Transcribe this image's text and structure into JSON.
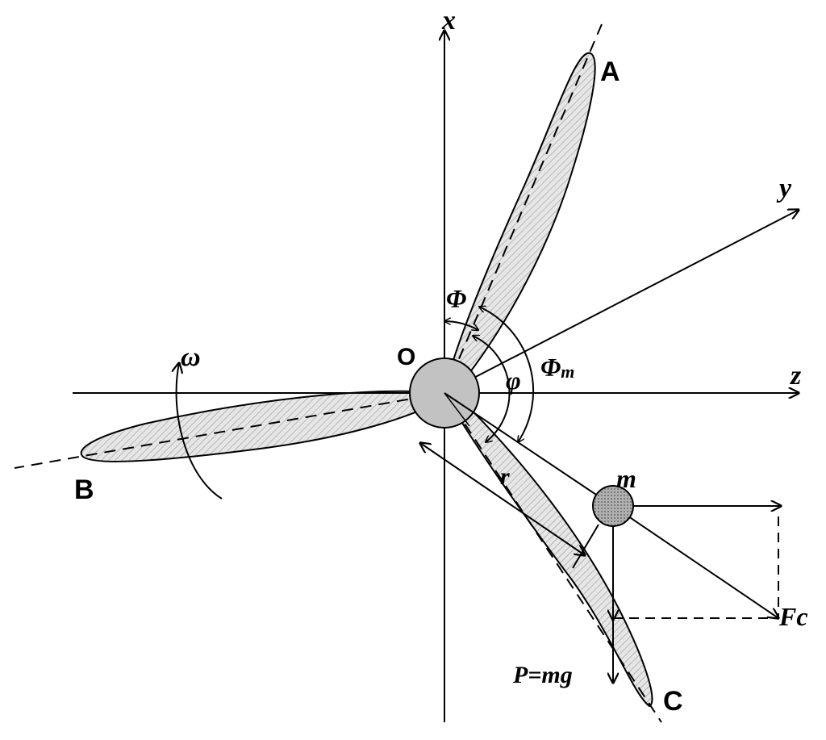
{
  "labels": {
    "axis_x": "x",
    "axis_y": "y",
    "axis_z": "z",
    "blade_a": "A",
    "blade_b": "B",
    "blade_c": "C",
    "origin": "O",
    "omega": "ω",
    "phi_upper": "Φ",
    "phi_lower": "φ",
    "phi_m_main": "Φ",
    "phi_m_sub": "m",
    "mass": "m",
    "radius": "r",
    "force_c": "Fc",
    "weight": "P=mg"
  },
  "colors": {
    "stroke": "#000000",
    "blade_fill": "#e6e6e6",
    "hatch": "#9a9a9a",
    "hub_fill": "#c2c2c2",
    "mass_fill": "#9c9c9c",
    "background": "#ffffff"
  }
}
